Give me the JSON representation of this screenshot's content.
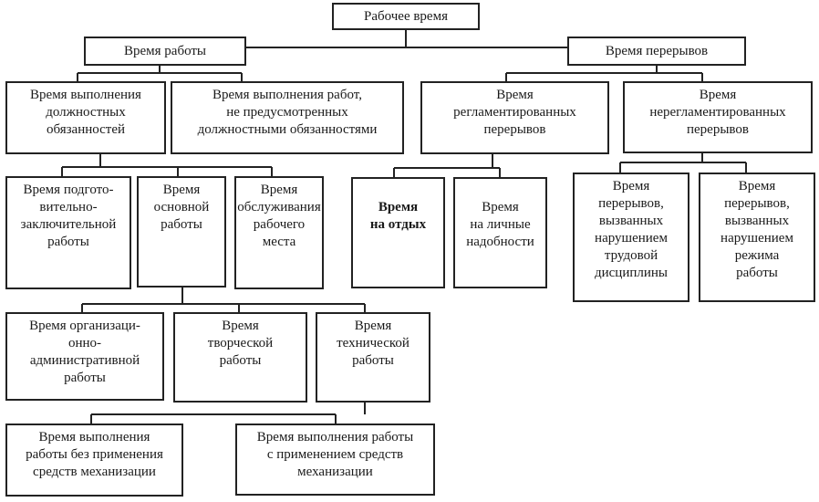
{
  "diagram": {
    "root": "Рабочее время",
    "work_time": "Время работы",
    "break_time": "Время перерывов",
    "duties": "Время выполнения\nдолжностных\nобязанностей",
    "non_duties": "Время выполнения работ,\nне предусмотренных\nдолжностными обязанностями",
    "regulated": "Время\nрегламентированных\nперерывов",
    "unregulated": "Время\nнерегламентированных\nперерывов",
    "prep": "Время подгото-\nвительно-\nзаключительной\nработы",
    "main": "Время\nосновной\nработы",
    "service": "Время\nобслуживания\nрабочего\nместа",
    "rest": "Время\nна отдых",
    "personal": "Время\nна личные\nнадобности",
    "discipline": "Время\nперерывов,\nвызванных\nнарушением\nтрудовой\nдисциплины",
    "regime": "Время\nперерывов,\nвызванных\nнарушением\nрежима\nработы",
    "org_admin": "Время организаци-\nонно-\nадминистративной\nработы",
    "creative": "Время\nтворческой\nработы",
    "technical": "Время\nтехнической\nработы",
    "no_mech": "Время выполнения\nработы без применения\nсредств механизации",
    "with_mech": "Время выполнения работы\nс применением средств\nмеханизации"
  }
}
